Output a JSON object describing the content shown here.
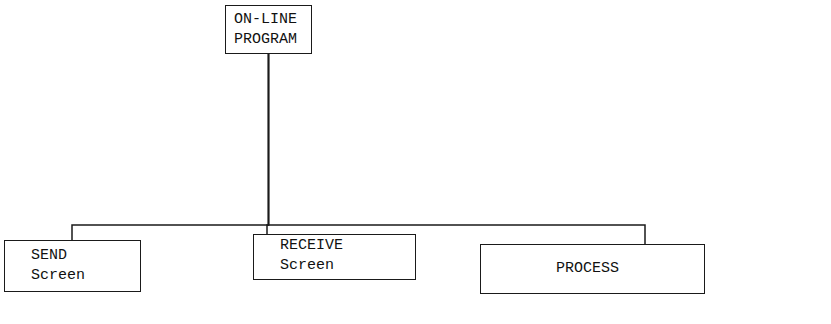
{
  "diagram": {
    "nodes": [
      {
        "text": [
          "ON-LINE PROGRAM"
        ]
      },
      {
        "text": [
          "SEND Screen"
        ]
      },
      {
        "text": [
          "RECEIVE Screen"
        ]
      },
      {
        "text": [
          "PROCESS"
        ]
      }
    ],
    "edges": [
      {
        "from": 0,
        "to": 1,
        "arrow": "none"
      },
      {
        "from": 0,
        "to": 2,
        "arrow": "none"
      },
      {
        "from": 0,
        "to": 3,
        "arrow": "none"
      }
    ]
  }
}
